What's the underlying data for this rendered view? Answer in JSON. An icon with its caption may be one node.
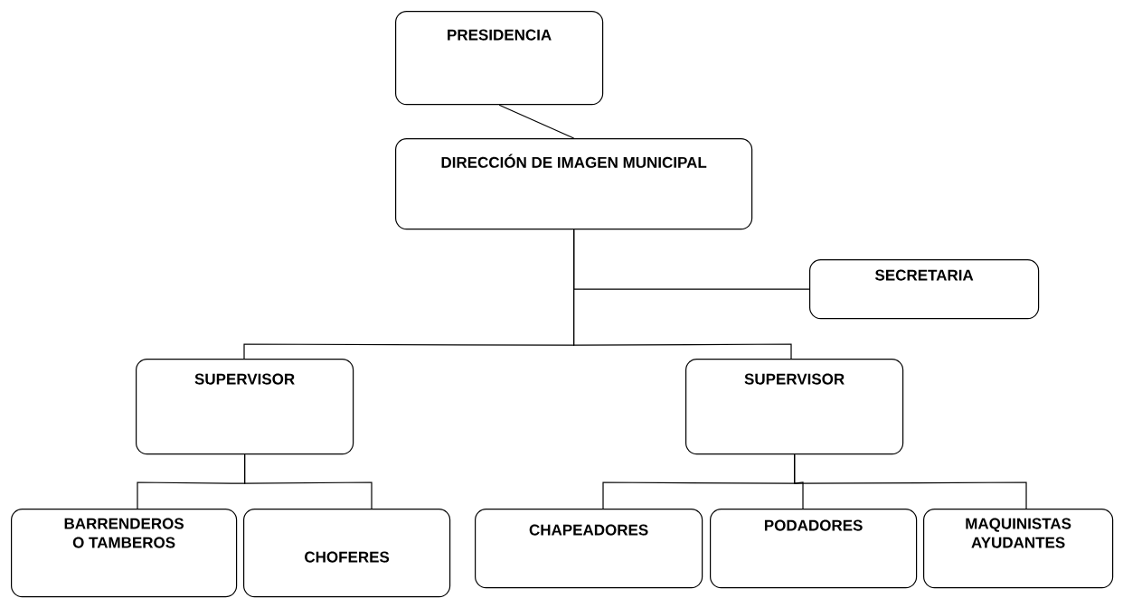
{
  "diagram": {
    "nodes": [
      {
        "text": [
          "PRESIDENCIA"
        ]
      },
      {
        "text": [
          "DIRECCIÓN DE IMAGEN MUNICIPAL"
        ]
      },
      {
        "text": [
          "SECRETARIA"
        ]
      },
      {
        "text": [
          "SUPERVISOR"
        ]
      },
      {
        "text": [
          "SUPERVISOR"
        ]
      },
      {
        "text": [
          "BARRENDEROS O TAMBEROS"
        ]
      },
      {
        "text": [
          "CHOFERES"
        ]
      },
      {
        "text": [
          "CHAPEADORES"
        ]
      },
      {
        "text": [
          "PODADORES"
        ]
      },
      {
        "text": [
          "MAQUINISTAS AYUDANTES"
        ]
      }
    ],
    "edges": [
      {
        "from": 0,
        "to": 1,
        "arrow": "none"
      },
      {
        "from": 1,
        "to": 2,
        "arrow": "none"
      },
      {
        "from": 1,
        "to": 3,
        "arrow": "none"
      },
      {
        "from": 1,
        "to": 4,
        "arrow": "none"
      },
      {
        "from": 3,
        "to": 5,
        "arrow": "none"
      },
      {
        "from": 3,
        "to": 6,
        "arrow": "none"
      },
      {
        "from": 4,
        "to": 7,
        "arrow": "none"
      },
      {
        "from": 4,
        "to": 8,
        "arrow": "none"
      },
      {
        "from": 4,
        "to": 9,
        "arrow": "none"
      }
    ]
  }
}
